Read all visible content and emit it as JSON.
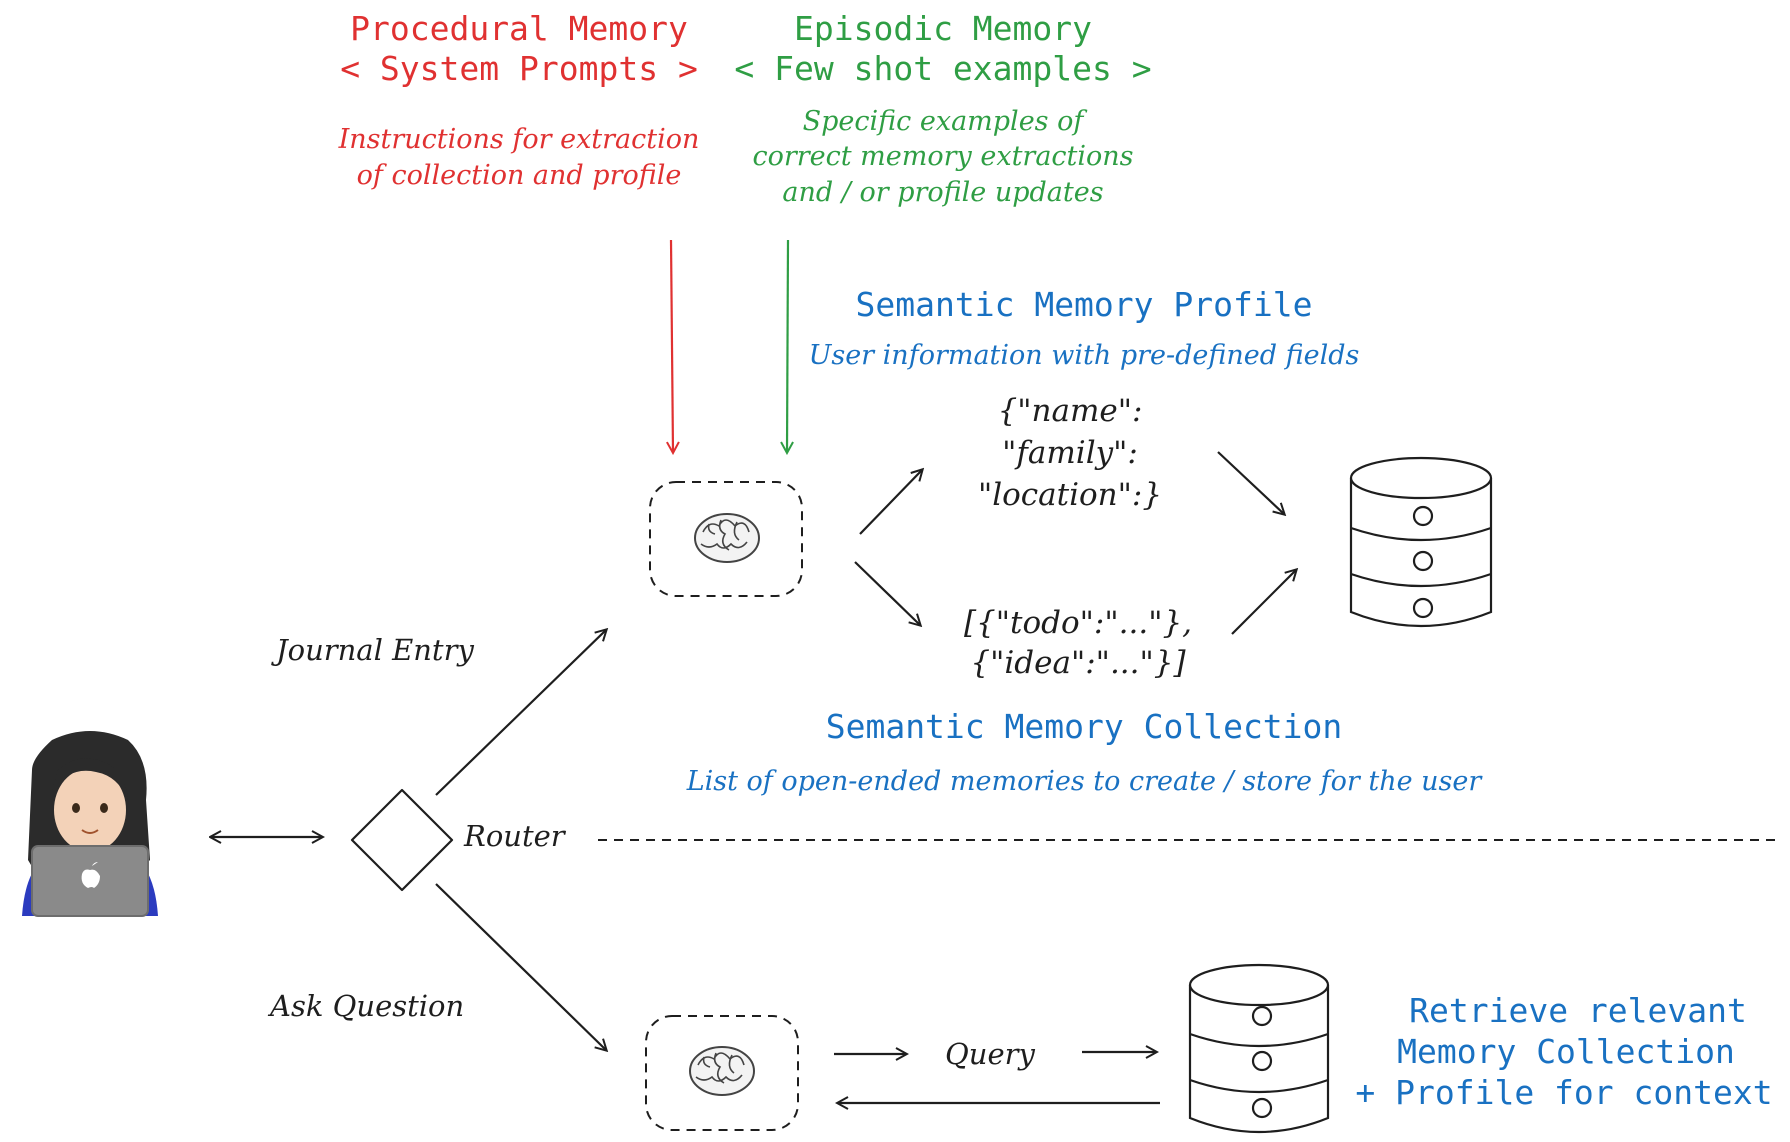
{
  "procedural": {
    "title": "Procedural Memory",
    "subtitle": "< System Prompts >",
    "desc_line1": "Instructions for extraction",
    "desc_line2": "of collection and profile",
    "color": "#e03131"
  },
  "episodic": {
    "title": "Episodic Memory",
    "subtitle": "< Few shot examples >",
    "desc_line1": "Specific examples of",
    "desc_line2": "correct memory extractions",
    "desc_line3": "and / or profile updates",
    "color": "#2f9e44"
  },
  "semantic_profile": {
    "title": "Semantic Memory Profile",
    "desc": "User information with pre-defined fields",
    "json_line1": "{\"name\":",
    "json_line2": "\"family\":",
    "json_line3": "\"location\":}",
    "color": "#1971c2"
  },
  "semantic_collection": {
    "title": "Semantic Memory Collection",
    "desc": "List of open-ended memories to create / store for the user",
    "json_line1": "[{\"todo\":\"...\"},",
    "json_line2": "{\"idea\":\"...\"}]",
    "color": "#1971c2"
  },
  "router": {
    "label": "Router",
    "journal_label": "Journal Entry",
    "ask_label": "Ask Question"
  },
  "query": {
    "label": "Query"
  },
  "retrieve": {
    "line1": "Retrieve relevant",
    "line2": "Memory Collection",
    "line3": "+ Profile for context",
    "color": "#1971c2"
  },
  "icons": {
    "user": "user-with-laptop-icon",
    "brain": "brain-icon",
    "database": "database-icon"
  }
}
